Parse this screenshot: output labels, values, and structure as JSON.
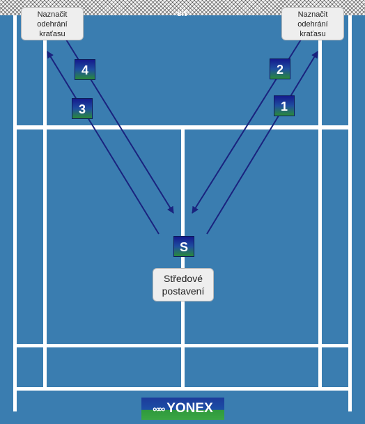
{
  "net_label": "síť",
  "callouts": {
    "left_line1": "Naznačit",
    "left_line2": "odehrání",
    "left_line3": "kraťasu",
    "right_line1": "Naznačit",
    "right_line2": "odehrání",
    "right_line3": "kraťasu",
    "center_line1": "Středové",
    "center_line2": "postavení"
  },
  "badges": {
    "one": "1",
    "two": "2",
    "three": "3",
    "four": "4",
    "s": "S"
  },
  "logo": {
    "text": "YONEX"
  },
  "colors": {
    "court": "#3a7db0",
    "line": "#ffffff",
    "arrow": "#1a237e",
    "badge_top": "#141a8c",
    "badge_bottom": "#2a8a3a"
  }
}
